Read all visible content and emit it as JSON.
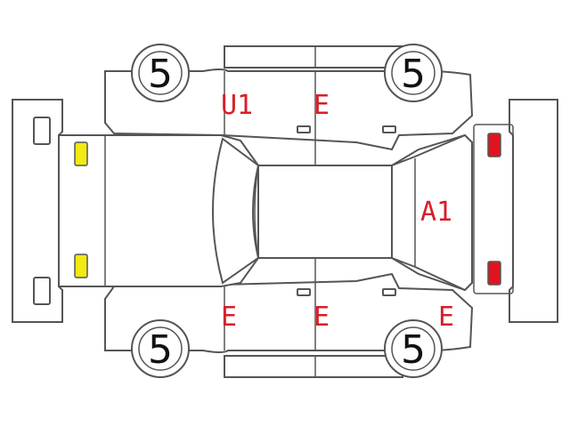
{
  "colors": {
    "line": "#555555",
    "damage_text": "#d81e2a",
    "front_light": "#f2ea12",
    "rear_light": "#e0141e",
    "background": "#ffffff"
  },
  "tires": {
    "front_left": "5",
    "front_right": "5",
    "rear_left": "5",
    "rear_right": "5"
  },
  "marks": {
    "front_left_door": "U1",
    "rear_left_door": "E",
    "front_right_door": "E",
    "rear_right_door": "E",
    "right_rear_fender": "E",
    "rear_window": "A1"
  }
}
